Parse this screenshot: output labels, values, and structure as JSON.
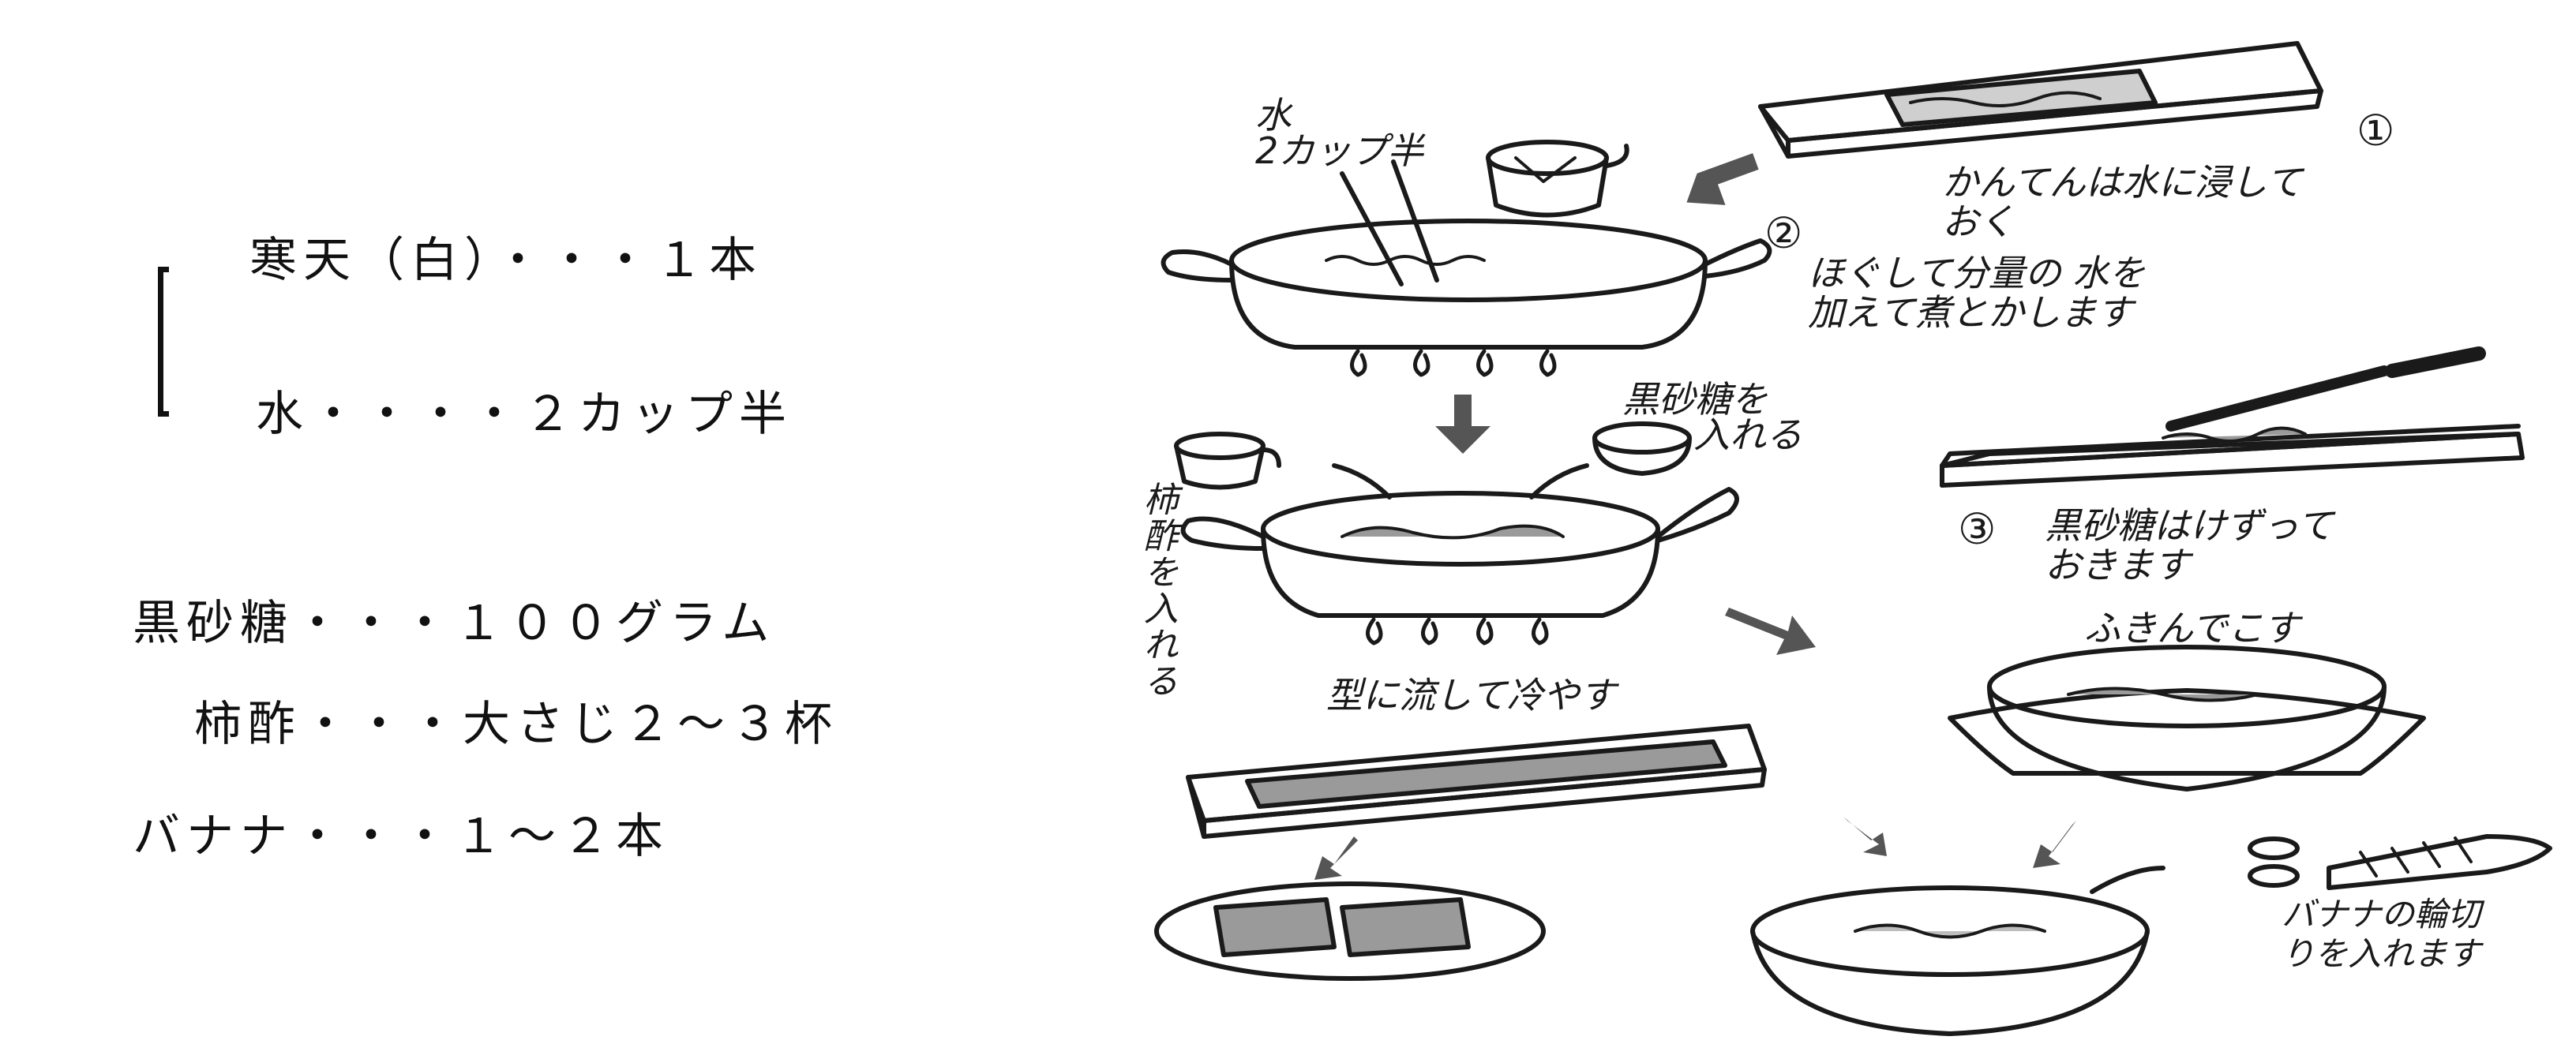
{
  "ingredients": {
    "kanten": "寒天（白）・・・１本",
    "water": "水・・・・２カップ半",
    "kurozato": "黒砂糖・・・１００グラム",
    "kakisu": "柿酢・・・大さじ２～３杯",
    "banana": "バナナ・・・１～２本"
  },
  "steps": {
    "num1": "①",
    "step1_line1": "かんてんは水に浸して",
    "step1_line2": "おく",
    "num2": "②",
    "step2_line1": "ほぐして分量の 水を",
    "step2_line2": "加えて煮とかします",
    "water_label_line1": "水",
    "water_label_line2": "2カップ半",
    "kurozato_label_line1": "黒砂糖を",
    "kurozato_label_line2": "入れる",
    "kakisu_label": "柿酢を入れる",
    "num3": "③",
    "step3_line1": "黒砂糖はけずって",
    "step3_line2": "おきます",
    "strain_label": "ふきんでこす",
    "mold_label": "型に流して冷やす",
    "banana_label_line1": "バナナの輪切",
    "banana_label_line2": "りを入れます"
  },
  "colors": {
    "line": "#1a1a1a",
    "arrow": "#555555",
    "fill": "#9a9a9a"
  }
}
